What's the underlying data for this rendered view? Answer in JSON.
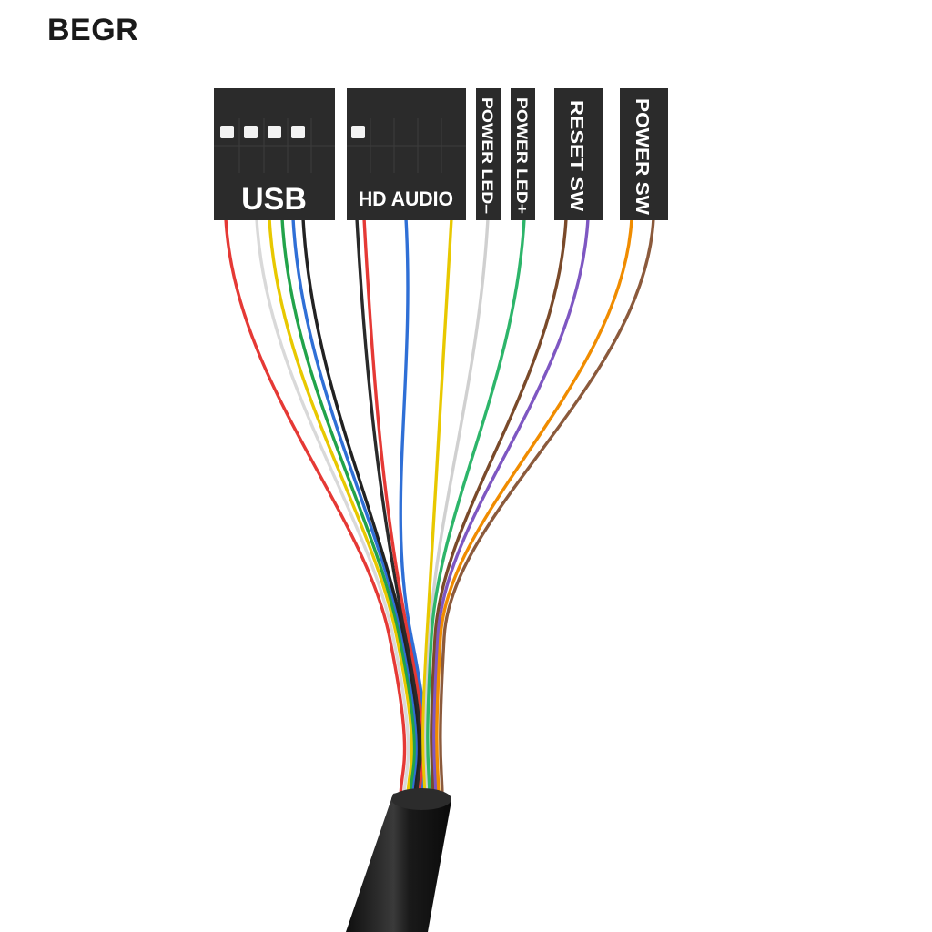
{
  "brand": "BEGR",
  "connectors": {
    "usb": "USB",
    "hd_audio": "HD AUDIO",
    "power_led_minus": "POWER LED–",
    "power_led_plus": "POWER LED+",
    "reset_sw": "RESET SW",
    "power_sw": "POWER SW"
  },
  "colors": {
    "background": "#ffffff",
    "connector_body": "#2b2b2b",
    "label_text": "#ffffff",
    "cable_sheath": "#1e1e1e"
  },
  "wires": [
    {
      "name": "usb-red-wire",
      "color": "#e53935"
    },
    {
      "name": "usb-white-wire",
      "color": "#d9d9d9"
    },
    {
      "name": "usb-yellow-wire",
      "color": "#e8c800"
    },
    {
      "name": "usb-green-wire",
      "color": "#22a34a"
    },
    {
      "name": "usb-blue-wire",
      "color": "#2f6fd6"
    },
    {
      "name": "usb-black-wire",
      "color": "#222222"
    },
    {
      "name": "audio-black-wire",
      "color": "#2a2a2a"
    },
    {
      "name": "audio-red-wire",
      "color": "#e53935"
    },
    {
      "name": "audio-blue-wire",
      "color": "#2f6fd6"
    },
    {
      "name": "audio-yellow-wire",
      "color": "#e8c800"
    },
    {
      "name": "power-led-minus-white-wire",
      "color": "#d0d0d0"
    },
    {
      "name": "power-led-plus-green-wire",
      "color": "#2db56a"
    },
    {
      "name": "reset-brown-wire",
      "color": "#7a4a2a"
    },
    {
      "name": "reset-purple-wire",
      "color": "#7e57c2"
    },
    {
      "name": "power-sw-orange-wire",
      "color": "#f08c00"
    },
    {
      "name": "power-sw-brown-wire",
      "color": "#8b5a3c"
    }
  ]
}
